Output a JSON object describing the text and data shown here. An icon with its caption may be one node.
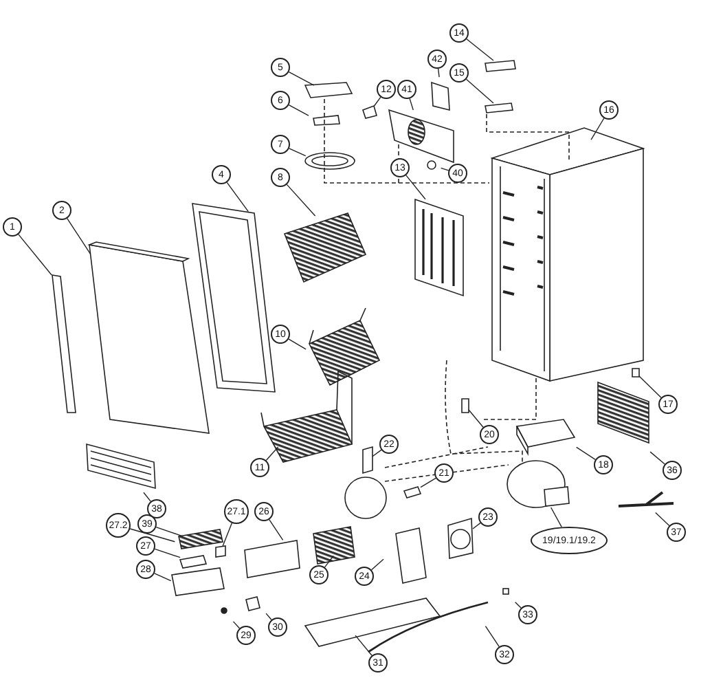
{
  "diagram": {
    "nodes": [
      {
        "text": [
          "1"
        ]
      },
      {
        "text": [
          "2"
        ]
      },
      {
        "text": [
          "4"
        ]
      },
      {
        "text": [
          "5"
        ]
      },
      {
        "text": [
          "6"
        ]
      },
      {
        "text": [
          "7"
        ]
      },
      {
        "text": [
          "8"
        ]
      },
      {
        "text": [
          "10"
        ]
      },
      {
        "text": [
          "11"
        ]
      },
      {
        "text": [
          "12"
        ]
      },
      {
        "text": [
          "41"
        ]
      },
      {
        "text": [
          "42"
        ]
      },
      {
        "text": [
          "14"
        ]
      },
      {
        "text": [
          "15"
        ]
      },
      {
        "text": [
          "16"
        ]
      },
      {
        "text": [
          "40"
        ]
      },
      {
        "text": [
          "13"
        ]
      },
      {
        "text": [
          "17"
        ]
      },
      {
        "text": [
          "20"
        ]
      },
      {
        "text": [
          "22"
        ]
      },
      {
        "text": [
          "18"
        ]
      },
      {
        "text": [
          "36"
        ]
      },
      {
        "text": [
          "21"
        ]
      },
      {
        "text": [
          "23"
        ]
      },
      {
        "text": [
          "19/19.1/19.2"
        ]
      },
      {
        "text": [
          "37"
        ]
      },
      {
        "text": [
          "24"
        ]
      },
      {
        "text": [
          "25"
        ]
      },
      {
        "text": [
          "26"
        ]
      },
      {
        "text": [
          "27.1"
        ]
      },
      {
        "text": [
          "38"
        ]
      },
      {
        "text": [
          "27.2"
        ]
      },
      {
        "text": [
          "39"
        ]
      },
      {
        "text": [
          "27"
        ]
      },
      {
        "text": [
          "28"
        ]
      },
      {
        "text": [
          "30"
        ]
      },
      {
        "text": [
          "29"
        ]
      },
      {
        "text": [
          "33"
        ]
      },
      {
        "text": [
          "32"
        ]
      },
      {
        "text": [
          "31"
        ]
      },
      {
        "text": [],
        "shape": "box"
      },
      {
        "text": [],
        "shape": "picture"
      },
      {
        "text": [],
        "shape": "box"
      },
      {
        "text": [],
        "shape": "box"
      },
      {
        "text": [],
        "shape": "box"
      },
      {
        "text": [],
        "shape": "box"
      },
      {
        "text": [],
        "shape": "box"
      },
      {
        "text": [],
        "shape": "box"
      },
      {
        "text": [],
        "shape": "picture"
      },
      {
        "text": [],
        "shape": "picture"
      },
      {
        "text": [],
        "shape": "box"
      },
      {
        "text": [],
        "shape": "box"
      }
    ],
    "edges": [
      {
        "from": 0,
        "to": null,
        "arrow": "none"
      },
      {
        "from": 1,
        "to": null,
        "arrow": "none"
      },
      {
        "from": 2,
        "to": null,
        "arrow": "none"
      },
      {
        "from": 3,
        "to": null,
        "arrow": "none"
      },
      {
        "from": 4,
        "to": null,
        "arrow": "none"
      },
      {
        "from": 5,
        "to": null,
        "arrow": "none"
      },
      {
        "from": 6,
        "to": null,
        "arrow": "none"
      },
      {
        "from": 7,
        "to": null,
        "arrow": "none"
      },
      {
        "from": 8,
        "to": null,
        "arrow": "none"
      },
      {
        "from": 9,
        "to": 40,
        "arrow": "none"
      },
      {
        "from": 10,
        "to": 41,
        "arrow": "none"
      },
      {
        "from": 11,
        "to": null,
        "arrow": "none"
      },
      {
        "from": 12,
        "to": 42,
        "arrow": "none"
      },
      {
        "from": 13,
        "to": 43,
        "arrow": "none"
      },
      {
        "from": 14,
        "to": null,
        "arrow": "none"
      },
      {
        "from": 15,
        "to": null,
        "arrow": "none"
      },
      {
        "from": 16,
        "to": null,
        "arrow": "none"
      },
      {
        "from": 17,
        "to": 44,
        "arrow": "none"
      },
      {
        "from": 18,
        "to": 45,
        "arrow": "none"
      },
      {
        "from": 19,
        "to": 46,
        "arrow": "none"
      },
      {
        "from": 20,
        "to": null,
        "arrow": "none"
      },
      {
        "from": 21,
        "to": null,
        "arrow": "none"
      },
      {
        "from": 22,
        "to": 47,
        "arrow": "none"
      },
      {
        "from": 23,
        "to": 48,
        "arrow": "none"
      },
      {
        "from": 24,
        "to": 49,
        "arrow": "none"
      },
      {
        "from": 25,
        "to": null,
        "arrow": "none"
      },
      {
        "from": 26,
        "to": null,
        "arrow": "none"
      },
      {
        "from": 27,
        "to": null,
        "arrow": "none"
      },
      {
        "from": 28,
        "to": null,
        "arrow": "none"
      },
      {
        "from": 29,
        "to": 50,
        "arrow": "none"
      },
      {
        "from": 30,
        "to": null,
        "arrow": "none"
      },
      {
        "from": 31,
        "to": null,
        "arrow": "none"
      },
      {
        "from": 32,
        "to": null,
        "arrow": "none"
      },
      {
        "from": 33,
        "to": 51,
        "arrow": "none"
      },
      {
        "from": 34,
        "to": null,
        "arrow": "none"
      },
      {
        "from": 35,
        "to": null,
        "arrow": "none"
      },
      {
        "from": 36,
        "to": null,
        "arrow": "none"
      },
      {
        "from": 37,
        "to": null,
        "arrow": "none"
      },
      {
        "from": 38,
        "to": null,
        "arrow": "none"
      },
      {
        "from": 39,
        "to": null,
        "arrow": "none"
      }
    ]
  }
}
